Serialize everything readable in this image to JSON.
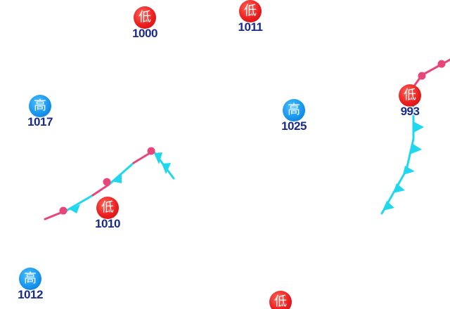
{
  "colors": {
    "low": "#ec1f1f",
    "high": "#1996ee",
    "pressure_text": "#1a2a8c",
    "warm_front": "#e8467a",
    "cold_front": "#1fd8ee"
  },
  "pressure_centers": [
    {
      "kind": "low",
      "symbol": "低",
      "value": "1000"
    },
    {
      "kind": "low",
      "symbol": "低",
      "value": "1011"
    },
    {
      "kind": "high",
      "symbol": "高",
      "value": "1017"
    },
    {
      "kind": "high",
      "symbol": "高",
      "value": "1025"
    },
    {
      "kind": "low",
      "symbol": "低",
      "value": "993"
    },
    {
      "kind": "low",
      "symbol": "低",
      "value": "1010"
    },
    {
      "kind": "high",
      "symbol": "高",
      "value": "1012"
    },
    {
      "kind": "low",
      "symbol": "低",
      "value": ""
    }
  ]
}
